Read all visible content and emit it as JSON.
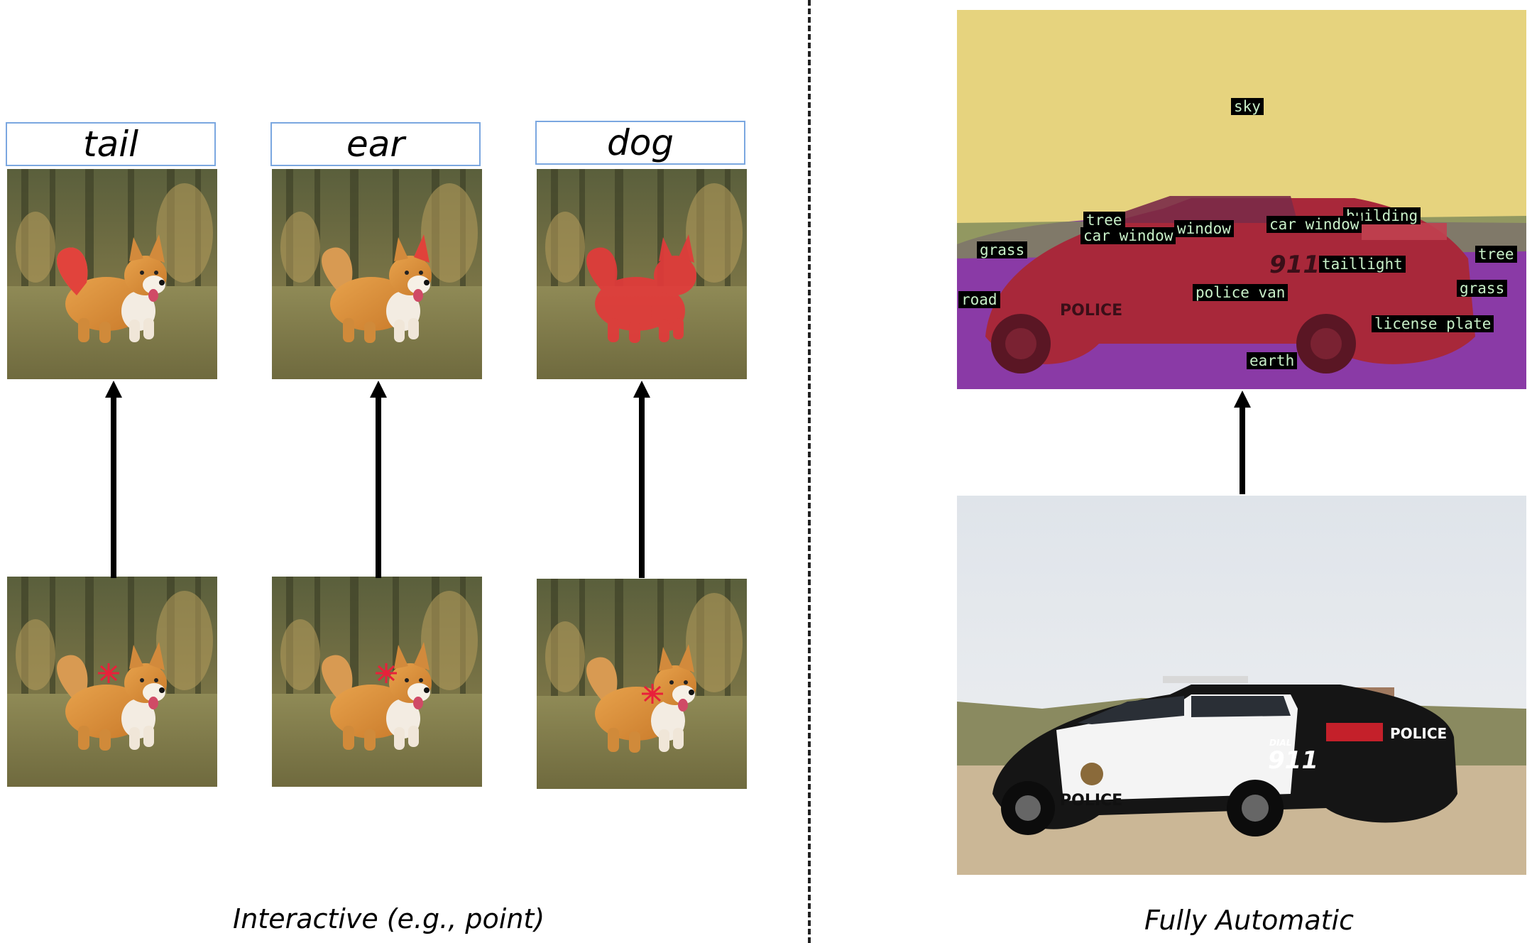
{
  "prompts": [
    {
      "label": "tail"
    },
    {
      "label": "ear"
    },
    {
      "label": "dog"
    }
  ],
  "captions": {
    "interactive": "Interactive (e.g., point)",
    "automatic": "Fully Automatic"
  },
  "segmentation_labels": {
    "sky": "sky",
    "building": "building",
    "tree_left": "tree",
    "car_window_left": "car window",
    "window": "window",
    "car_window_right": "car window",
    "grass_left": "grass",
    "taillight": "taillight",
    "tree_right": "tree",
    "grass_right": "grass",
    "road": "road",
    "police_van": "police van",
    "license_plate": "license plate",
    "earth": "earth"
  },
  "car_text": {
    "police": "POLICE",
    "dial": "DIAL",
    "number": "911",
    "police_rear": "POLICE"
  },
  "colors": {
    "mask_red": "#e23a3a",
    "sky_yellow": "#e6d37e",
    "ground_purple": "#8a3aa6",
    "car_mask": "#a8283a",
    "box_border": "#7ba7e0"
  }
}
